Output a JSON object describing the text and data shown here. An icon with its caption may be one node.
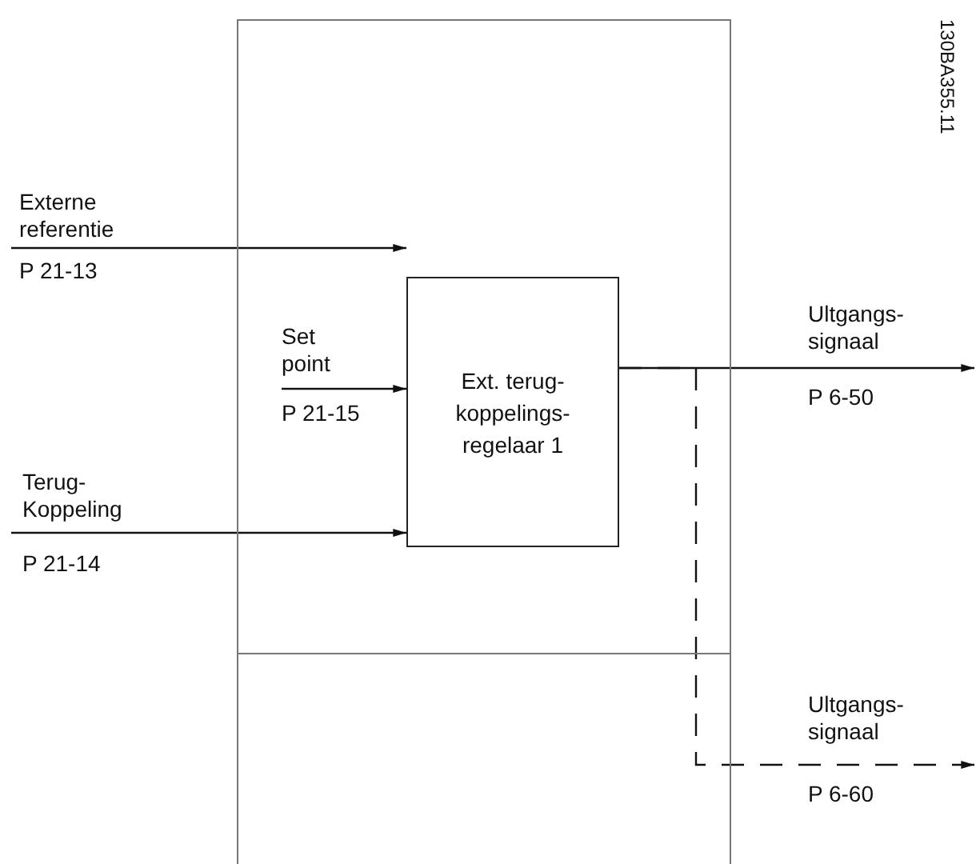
{
  "diagram": {
    "nodes": [
      {
        "text": [],
        "shape": "box"
      },
      {
        "text": [],
        "shape": "box"
      },
      {
        "text": [
          "Ext. terug-koppelings-regelaar 1"
        ],
        "in": 0
      }
    ],
    "edges": [
      {
        "from": null,
        "to": 2,
        "arrow": "to"
      },
      {
        "from": null,
        "to": 2,
        "arrow": "to"
      },
      {
        "from": null,
        "to": 2,
        "arrow": "to"
      },
      {
        "from": 2,
        "to": null,
        "arrow": "to"
      },
      {
        "from": 2,
        "to": null,
        "arrow": "to",
        "style": "dashed"
      }
    ],
    "labels": [
      "130BA355.11",
      "Externe referentie",
      "P 21-13",
      "Set point",
      "P 21-15",
      "Ultgangs- signaal",
      "P 6-50",
      "Terug- Koppeling",
      "P 21-14",
      "Ultgangs- signaal",
      "P 6-60"
    ]
  }
}
